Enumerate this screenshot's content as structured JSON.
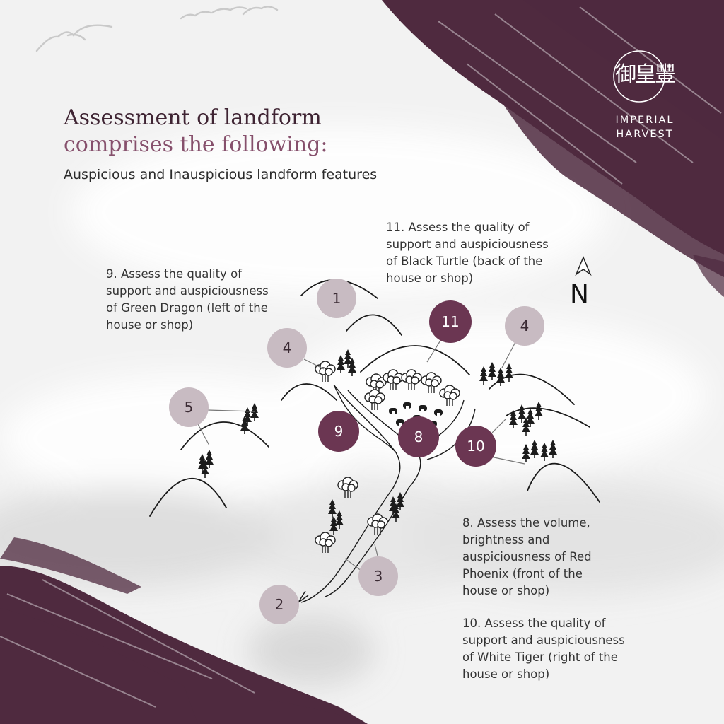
{
  "heading": {
    "line1": "Assessment of landform",
    "line2": "comprises the following:",
    "subtitle": "Auspicious and Inauspicious landform features"
  },
  "logo": {
    "chinese": "御皇豐",
    "text": "IMPERIAL\nHARVEST"
  },
  "compass": {
    "label": "N"
  },
  "notes": {
    "n11": "11. Assess the quality of\nsupport and auspiciousness\nof Black Turtle (back of the\nhouse or shop)",
    "n9": "9. Assess the quality of\nsupport and auspiciousness\nof Green Dragon (left of the\nhouse or shop)",
    "n8": "8. Assess the volume,\nbrightness and\nauspiciousness of Red\nPhoenix (front of the\nhouse or shop)",
    "n10": "10. Assess the quality of\nsupport and auspiciousness\nof White Tiger (right of the\nhouse or shop)"
  },
  "markers": [
    {
      "id": "m1",
      "label": "1",
      "tone": "light"
    },
    {
      "id": "m11",
      "label": "11",
      "tone": "dark"
    },
    {
      "id": "m4a",
      "label": "4",
      "tone": "light"
    },
    {
      "id": "m4b",
      "label": "4",
      "tone": "light"
    },
    {
      "id": "m5",
      "label": "5",
      "tone": "light"
    },
    {
      "id": "m9",
      "label": "9",
      "tone": "dark"
    },
    {
      "id": "m8",
      "label": "8",
      "tone": "dark"
    },
    {
      "id": "m10",
      "label": "10",
      "tone": "dark"
    },
    {
      "id": "m3",
      "label": "3",
      "tone": "light"
    },
    {
      "id": "m2",
      "label": "2",
      "tone": "light"
    }
  ],
  "colors": {
    "brand_dark": "#4f2a3f",
    "marker_dark": "#6b3652",
    "marker_light": "#c8bbc2",
    "heading_dark": "#3f2433",
    "heading_accent": "#86506c"
  }
}
